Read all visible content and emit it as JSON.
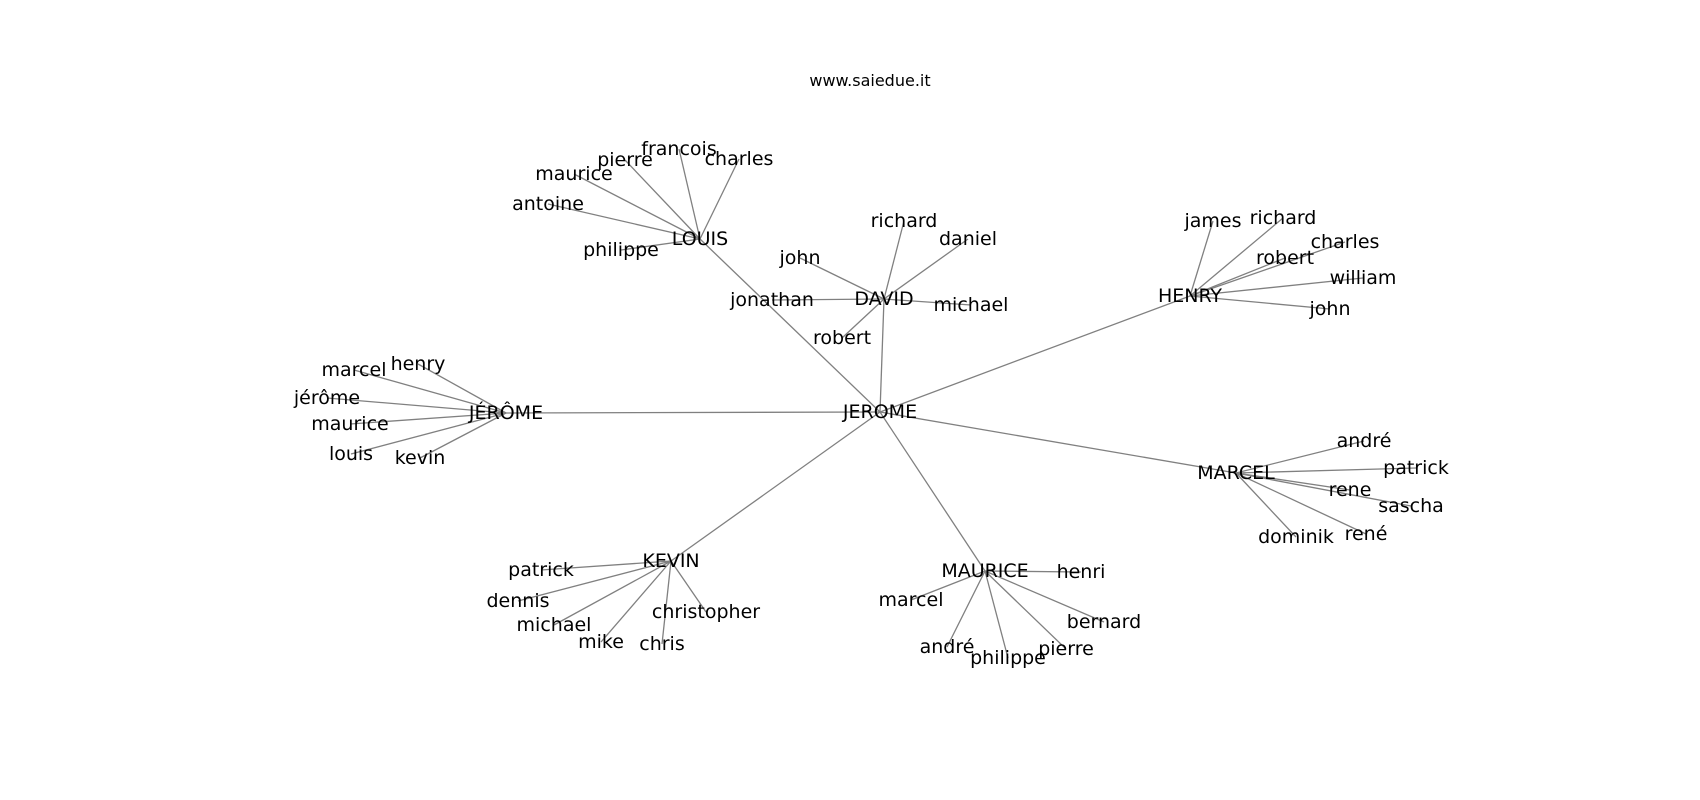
{
  "title": "www.saiedue.it",
  "hubs": [
    {
      "name": "JEROME",
      "children": []
    },
    {
      "name": "LOUIS",
      "children": [
        "francois",
        "pierre",
        "charles",
        "maurice",
        "antoine",
        "philippe"
      ]
    },
    {
      "name": "DAVID",
      "children": [
        "richard",
        "daniel",
        "john",
        "jonathan",
        "michael",
        "robert"
      ]
    },
    {
      "name": "HENRY",
      "children": [
        "james",
        "richard",
        "charles",
        "robert",
        "william",
        "john"
      ]
    },
    {
      "name": "JÉRÔME",
      "children": [
        "marcel",
        "henry",
        "jérôme",
        "maurice",
        "louis",
        "kevin"
      ]
    },
    {
      "name": "MARCEL",
      "children": [
        "andré",
        "patrick",
        "rene",
        "sascha",
        "dominik",
        "rené"
      ]
    },
    {
      "name": "KEVIN",
      "children": [
        "patrick",
        "dennis",
        "michael",
        "mike",
        "chris",
        "christopher"
      ]
    },
    {
      "name": "MAURICE",
      "children": [
        "henri",
        "marcel",
        "bernard",
        "andré",
        "philippe",
        "pierre"
      ]
    }
  ],
  "edges_from_center": [
    "LOUIS",
    "DAVID",
    "HENRY",
    "JÉRÔME",
    "MARCEL",
    "KEVIN",
    "MAURICE"
  ]
}
